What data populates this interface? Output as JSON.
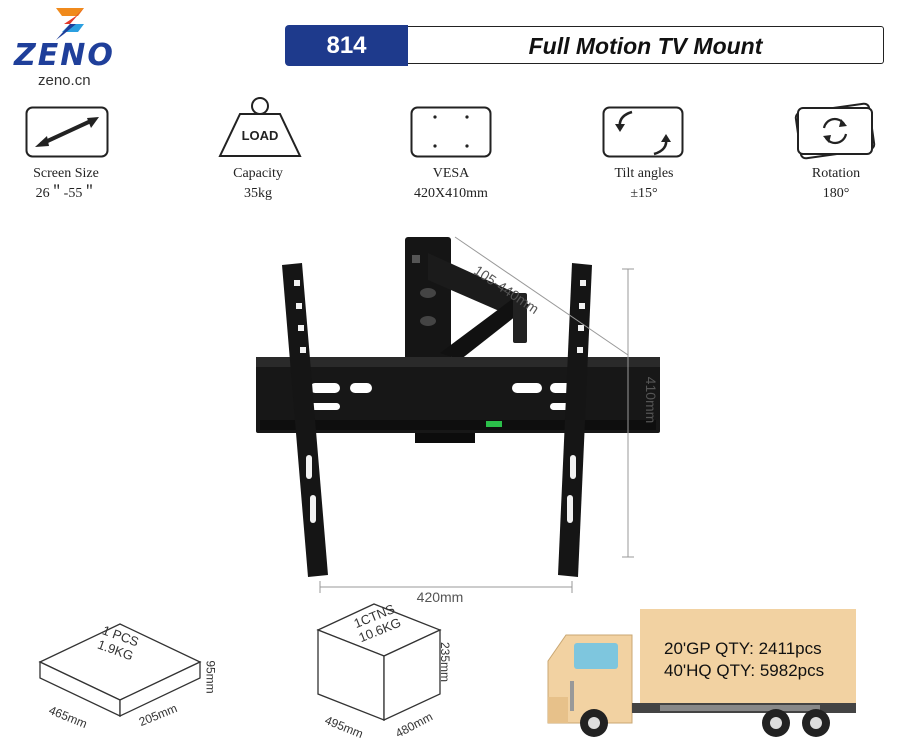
{
  "brand": {
    "name": "ZENO",
    "domain": "zeno.cn"
  },
  "product": {
    "model": "814",
    "title": "Full Motion TV Mount"
  },
  "specs": [
    {
      "icon": "diagonal-arrow-icon",
      "label": "Screen Size",
      "value": "26＂-55＂"
    },
    {
      "icon": "load-weight-icon",
      "icon_text": "LOAD",
      "label": "Capacity",
      "value": "35kg"
    },
    {
      "icon": "vesa-dots-icon",
      "label": "VESA",
      "value": "420X410mm"
    },
    {
      "icon": "tilt-arrows-icon",
      "label": "Tilt angles",
      "value": "±15°"
    },
    {
      "icon": "rotation-icon",
      "label": "Rotation",
      "value": "180°"
    }
  ],
  "dimensions": {
    "extension": "105-440mm",
    "height": "410mm",
    "width": "420mm"
  },
  "packaging": {
    "single": {
      "line1": "1 PCS",
      "line2": "1.9KG",
      "length": "465mm",
      "width": "205mm",
      "height": "95mm"
    },
    "carton": {
      "line1": "1CTNS",
      "line2": "10.6KG",
      "length": "495mm",
      "width": "480mm",
      "height": "235mm"
    }
  },
  "shipping": {
    "gp20": "20'GP QTY: 2411pcs",
    "hq40": "40'HQ QTY: 5982pcs"
  },
  "colors": {
    "brand_blue": "#1e3a8c",
    "logo_orange": "#f08a1c",
    "truck_cargo": "#f2d2a2"
  }
}
